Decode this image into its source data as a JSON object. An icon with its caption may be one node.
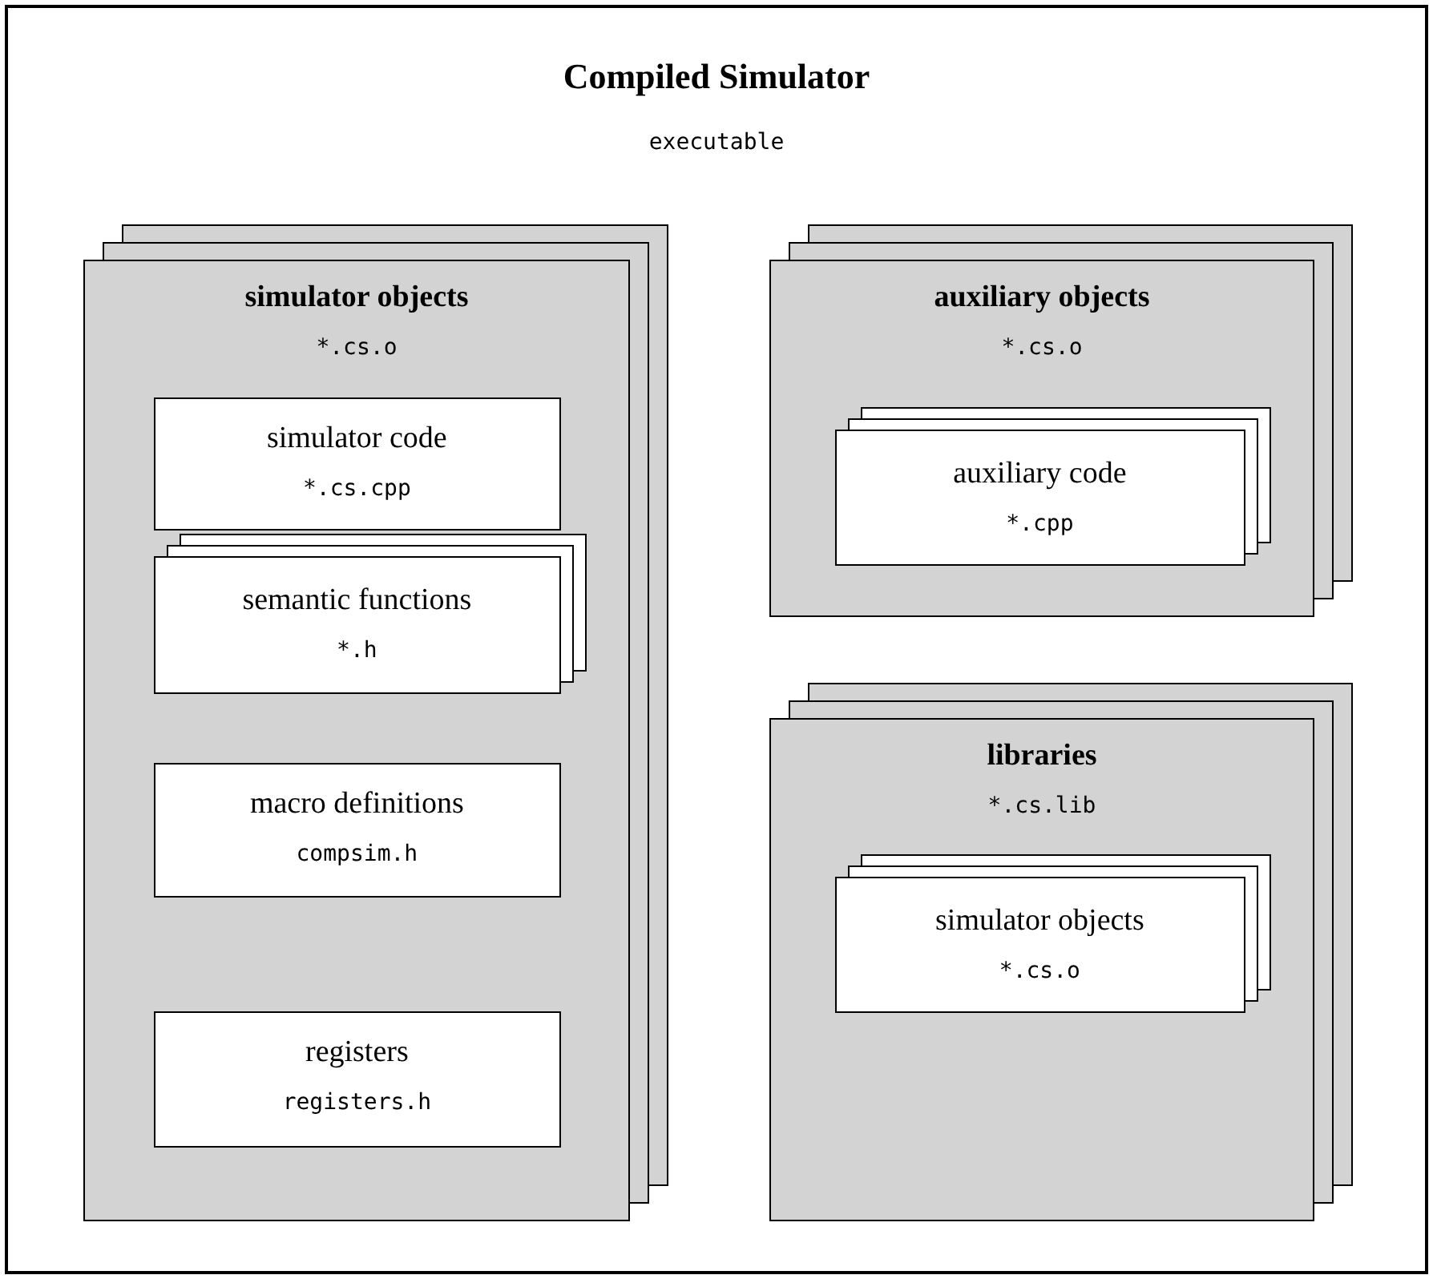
{
  "diagram": {
    "nodes": [
      {
        "text": [
          "Compiled Simulator",
          "executable"
        ]
      },
      {
        "text": [
          "simulator objects",
          "*.cs.o"
        ],
        "in": 0
      },
      {
        "text": [
          "simulator code",
          "*.cs.cpp"
        ],
        "in": 1
      },
      {
        "text": [
          "semantic functions",
          "*.h"
        ],
        "in": 1
      },
      {
        "text": [
          "macro definitions",
          "compsim.h"
        ],
        "in": 1
      },
      {
        "text": [
          "registers",
          "registers.h"
        ],
        "in": 1
      },
      {
        "text": [
          "auxiliary objects",
          "*.cs.o"
        ],
        "in": 0
      },
      {
        "text": [
          "auxiliary code",
          "*.cpp"
        ],
        "in": 6
      },
      {
        "text": [
          "libraries",
          "*.cs.lib"
        ],
        "in": 0
      },
      {
        "text": [
          "simulator objects",
          "*.cs.o"
        ],
        "in": 8
      }
    ],
    "edges": []
  }
}
